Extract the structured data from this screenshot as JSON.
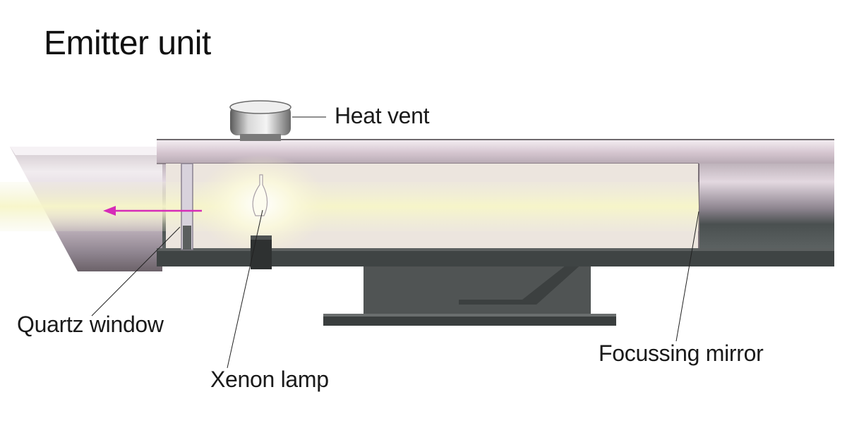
{
  "diagram": {
    "title": "Emitter unit",
    "labels": {
      "heat_vent": "Heat vent",
      "quartz_window": "Quartz window",
      "xenon_lamp": "Xenon lamp",
      "focussing_mirror": "Focussing mirror"
    }
  }
}
